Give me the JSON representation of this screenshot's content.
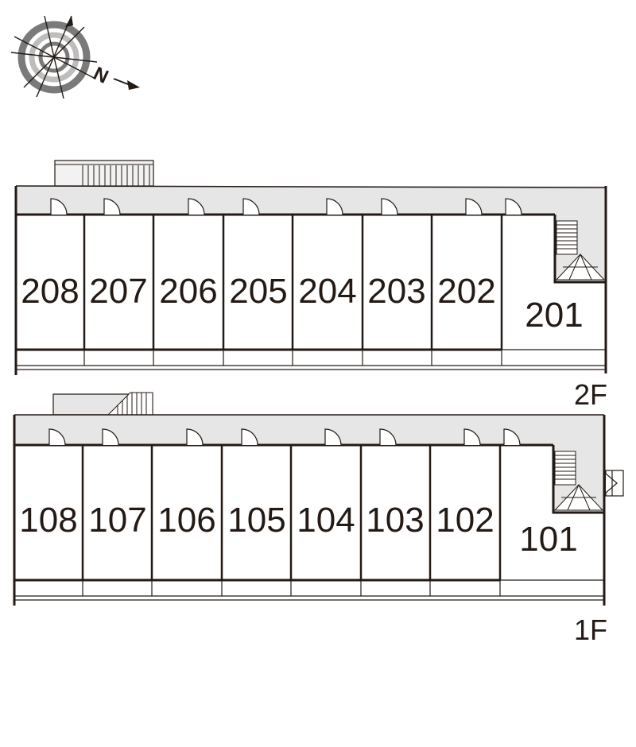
{
  "compass": {
    "north_letter": "N",
    "icon": "compass-rose-icon"
  },
  "floors": [
    {
      "id": "2F",
      "label": "2F",
      "units": [
        "208",
        "207",
        "206",
        "205",
        "204",
        "203",
        "202",
        "201"
      ]
    },
    {
      "id": "1F",
      "label": "1F",
      "units": [
        "108",
        "107",
        "106",
        "105",
        "104",
        "103",
        "102",
        "101"
      ]
    }
  ],
  "colors": {
    "wall": "#231a15",
    "corridor": "#e6e6e6",
    "stair_fill": "#f2f2f2",
    "compass_ring": "#7a7a7a",
    "compass_ring_light": "#bdbdbd"
  }
}
